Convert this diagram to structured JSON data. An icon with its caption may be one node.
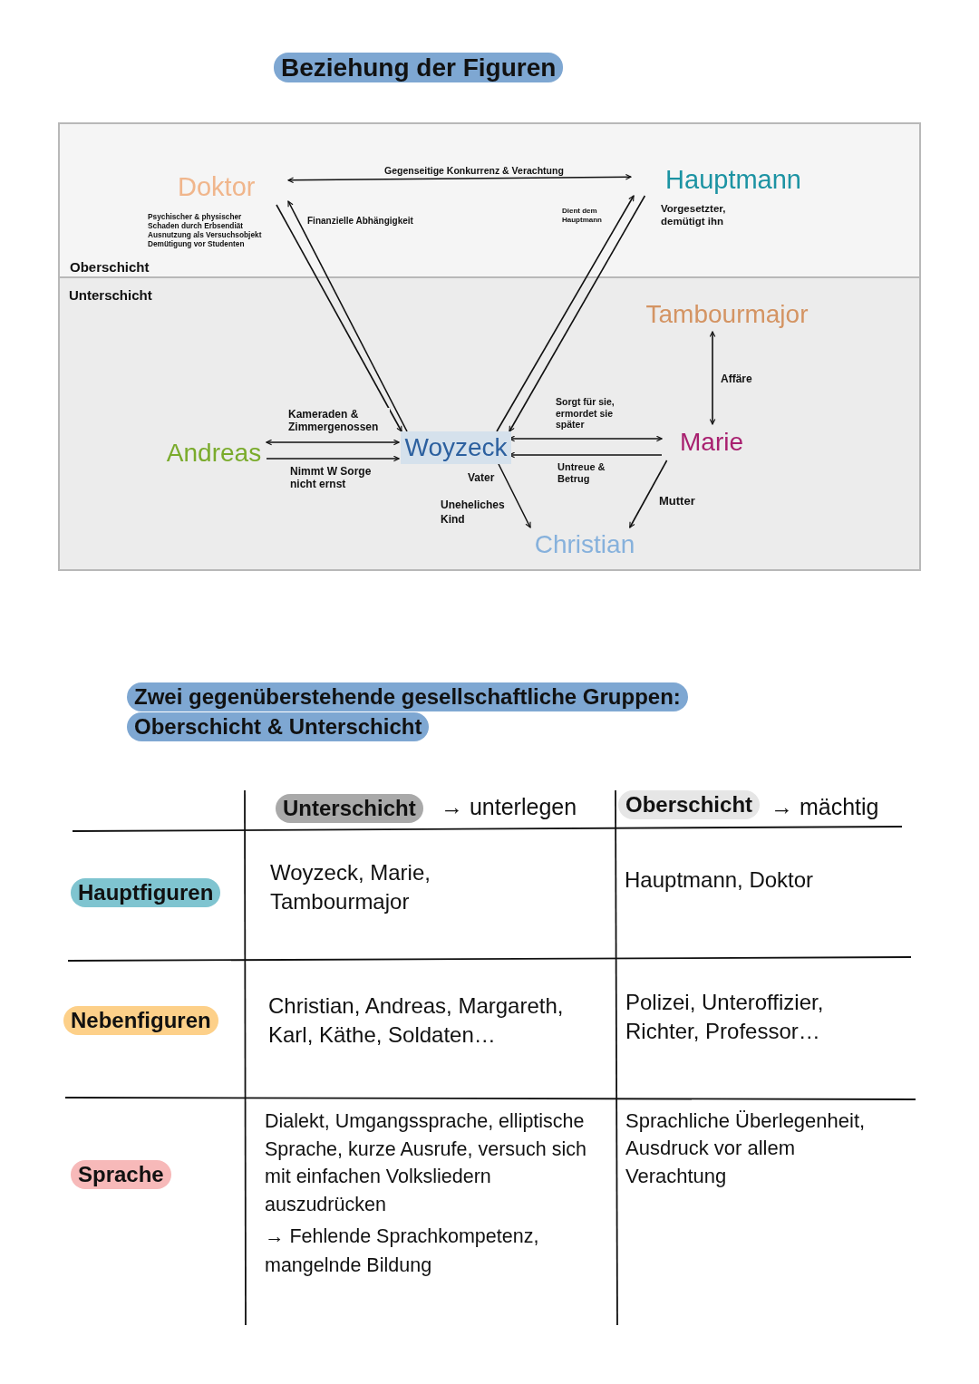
{
  "diagram": {
    "title": "Beziehung der Figuren",
    "nodes": [
      {
        "text": [
          "Oberschicht"
        ]
      },
      {
        "text": [
          "Unterschicht"
        ]
      },
      {
        "text": [
          "Doktor"
        ],
        "in": 0
      },
      {
        "text": [
          "Hauptmann"
        ],
        "in": 0
      },
      {
        "text": [
          "Tambourmajor"
        ],
        "in": 1
      },
      {
        "text": [
          "Andreas"
        ],
        "in": 1
      },
      {
        "text": [
          "Woyzeck"
        ],
        "in": 1
      },
      {
        "text": [
          "Marie"
        ],
        "in": 1
      },
      {
        "text": [
          "Christian"
        ],
        "in": 1
      }
    ],
    "edges": [
      {
        "from": 2,
        "to": 3,
        "arrow": "both",
        "label": "Gegenseitige Konkurrenz & Verachtung"
      },
      {
        "from": 2,
        "to": 6,
        "arrow": "to",
        "label": "Psychischer & physischer Schaden durch Erbsendiät Ausnutzung als Versuchsobjekt Demütigung vor Studenten"
      },
      {
        "from": 6,
        "to": 2,
        "arrow": "to",
        "label": "Finanzielle Abhängigkeit"
      },
      {
        "from": 6,
        "to": 3,
        "arrow": "to",
        "label": "Dient dem Hauptmann"
      },
      {
        "from": 3,
        "to": 6,
        "arrow": "to",
        "label": "Vorgesetzter, demütigt ihn"
      },
      {
        "from": 4,
        "to": 7,
        "arrow": "both",
        "label": "Affäre"
      },
      {
        "from": 5,
        "to": 6,
        "arrow": "both",
        "label": "Kameraden & Zimmergenossen"
      },
      {
        "from": 5,
        "to": 6,
        "arrow": "to",
        "label": "Nimmt W Sorge nicht ernst"
      },
      {
        "from": 6,
        "to": 7,
        "arrow": "both",
        "label": "Sorgt für sie, ermordet sie später"
      },
      {
        "from": 7,
        "to": 6,
        "arrow": "to",
        "label": "Untreue & Betrug"
      },
      {
        "from": 6,
        "to": 8,
        "arrow": "to",
        "label": "Vater"
      },
      {
        "from": 7,
        "to": 8,
        "arrow": "to",
        "label": "Mutter"
      }
    ],
    "labels": [
      "Uneheliches Kind",
      "Zwei gegenüberstehende gesellschaftliche Gruppen:",
      "Oberschicht & Unterschicht",
      "Unterschicht",
      "→ unterlegen",
      "Oberschicht",
      "→ mächtig",
      "Hauptfiguren",
      "Woyzeck, Marie, Tambourmajor",
      "Hauptmann, Doktor",
      "Nebenfiguren",
      "Christian, Andreas, Margareth, Karl, Käthe, Soldaten…",
      "Polizei, Unteroffizier, Richter, Professor…",
      "Sprache",
      "Dialekt, Umgangssprache, elliptische Sprache, kurze Ausrufe, versuch sich mit einfachen Volksliedern auszudrücken",
      "→ Fehlende Sprachkompetenz, mangelnde Bildung",
      "Sprachliche Überlegenheit, Ausdruck vor allem Verachtung"
    ]
  }
}
